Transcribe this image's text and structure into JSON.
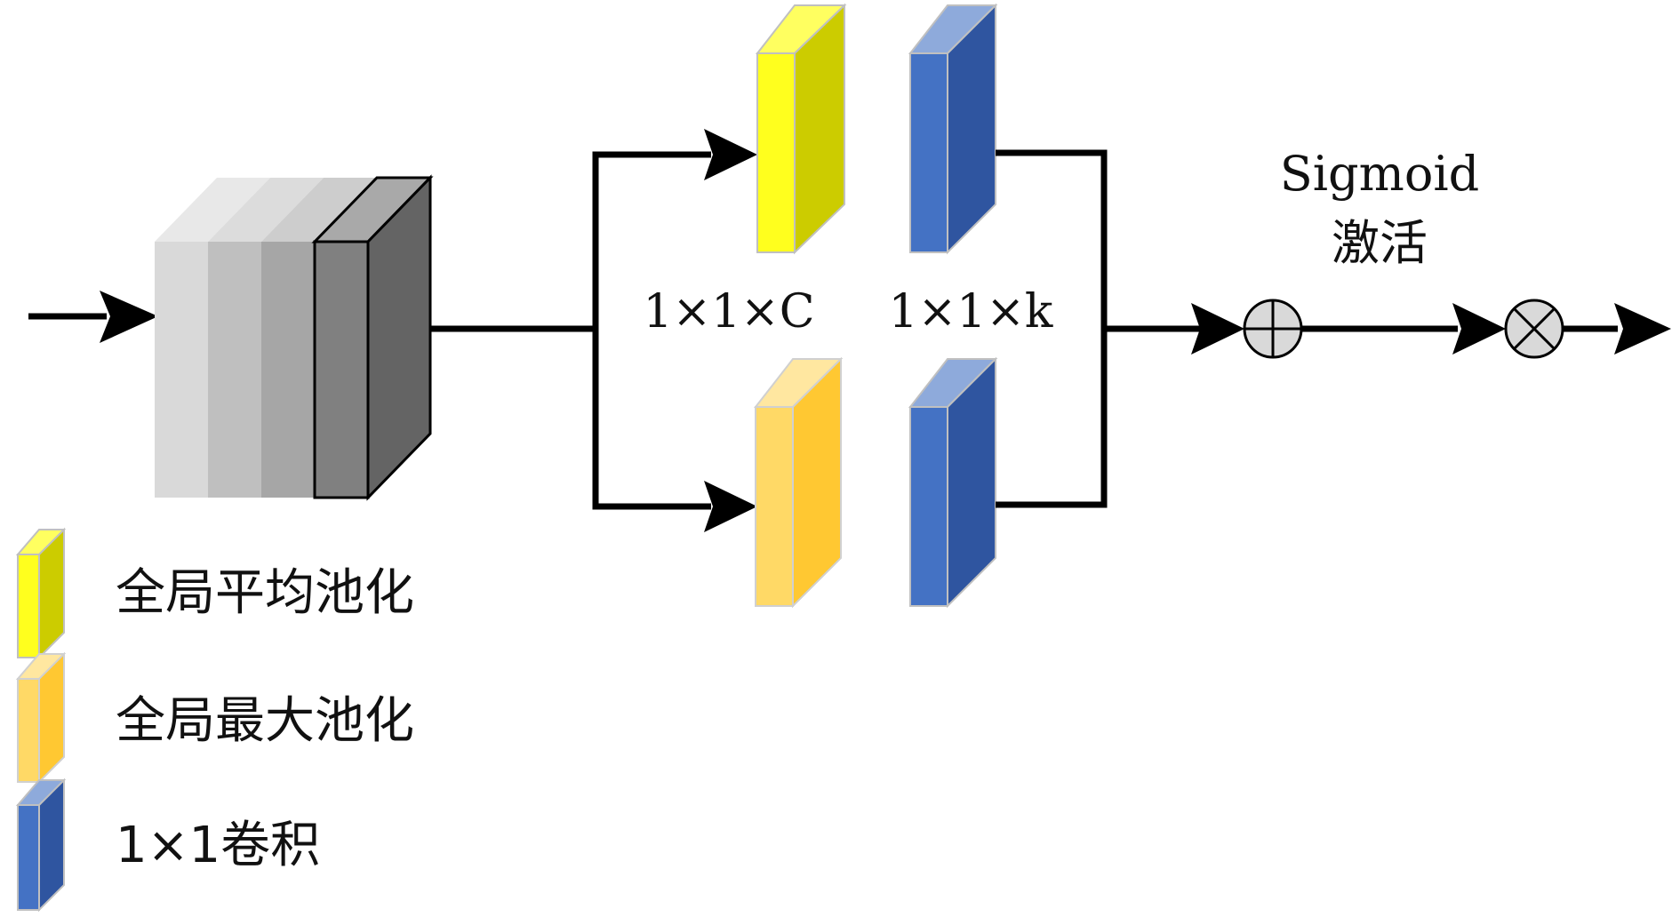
{
  "labels": {
    "dim_c": "1×1×C",
    "dim_k": "1×1×k",
    "activation_line1": "Sigmoid",
    "activation_line2": "激活"
  },
  "legend": [
    {
      "label": "全局平均池化",
      "icon": "yellow-block-icon"
    },
    {
      "label": "全局最大池化",
      "icon": "orange-block-icon"
    },
    {
      "label": "1×1卷积",
      "icon": "blue-block-icon"
    }
  ],
  "operators": {
    "add": "circle-plus-icon",
    "multiply": "circle-times-icon"
  },
  "colors": {
    "gap_front": "#ffff1e",
    "gap_side": "#cccc00",
    "gap_top": "#ffff60",
    "gmp_front": "#ffd966",
    "gmp_side": "#ffc832",
    "gmp_top": "#ffe7a0",
    "conv_front": "#4472c4",
    "conv_side": "#2f55a0",
    "conv_top": "#8eaadb",
    "stroke": "#000000",
    "operator_fill": "#d9d9d9"
  }
}
